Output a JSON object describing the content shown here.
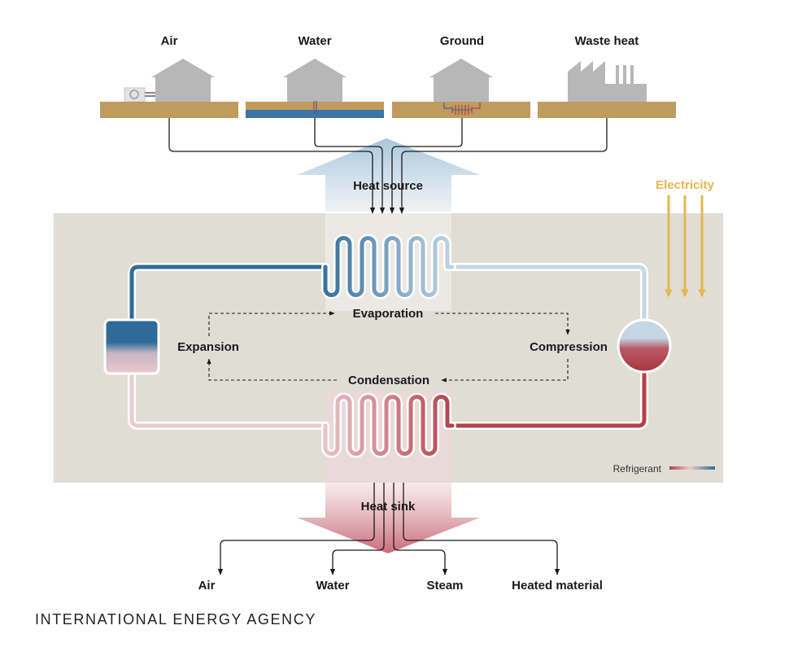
{
  "sources": {
    "air": "Air",
    "water": "Water",
    "ground": "Ground",
    "waste_heat": "Waste heat"
  },
  "flows": {
    "heat_source": "Heat source",
    "heat_sink": "Heat sink",
    "electricity": "Electricity"
  },
  "cycle": {
    "evaporation": "Evaporation",
    "compression": "Compression",
    "condensation": "Condensation",
    "expansion": "Expansion"
  },
  "legend": {
    "refrigerant": "Refrigerant"
  },
  "sinks": {
    "air": "Air",
    "water": "Water",
    "steam": "Steam",
    "heated_material": "Heated material"
  },
  "footer": {
    "agency": "INTERNATIONAL ENERGY AGENCY"
  },
  "colors": {
    "panel": "#e0ddd4",
    "ground": "#bf9b5e",
    "water": "#3a75a8",
    "building": "#b7b7b7",
    "cold_refrigerant": "#2f6b9a",
    "cool_refrigerant": "#c3d7e5",
    "hot_refrigerant": "#b4404a",
    "warm_refrigerant": "#ebc9cf",
    "electricity": "#e5b74e",
    "heat_source_arrow": "#a9c6dc",
    "heat_sink_arrow": "#c96b78"
  }
}
